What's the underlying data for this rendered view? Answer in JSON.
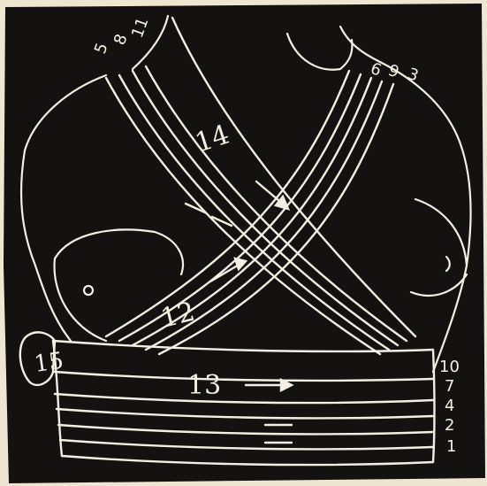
{
  "colors": {
    "ink": "#141210",
    "line": "#f4efe2",
    "paper": "#efe6d2"
  },
  "labels": {
    "turn_12": "12",
    "turn_13": "13",
    "turn_14": "14",
    "turn_15": "15",
    "left_shoulder_1": "5",
    "left_shoulder_2": "8",
    "left_shoulder_3": "11",
    "right_shoulder_1": "6",
    "right_shoulder_2": "9",
    "right_shoulder_3": "3",
    "side_1": "10",
    "side_2": "7",
    "side_3": "4",
    "side_4": "2",
    "side_5": "1"
  }
}
